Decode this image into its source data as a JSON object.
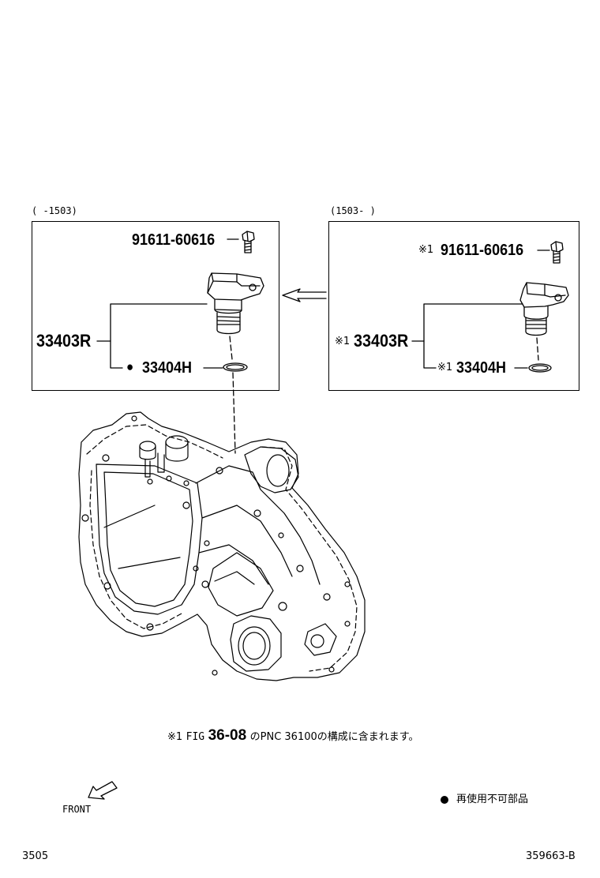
{
  "left_panel": {
    "range": "(      -1503)",
    "bolt": "91611-60616",
    "sensor": "33403R",
    "oring_marker": "●",
    "oring": "33404H"
  },
  "right_panel": {
    "range": "(1503-      )",
    "bolt_marker": "※1",
    "bolt": "91611-60616",
    "sensor_marker": "※1",
    "sensor": "33403R",
    "oring_marker": "※1",
    "oring": "33404H"
  },
  "footnote": {
    "marker": "※1",
    "fig_prefix": "FIG",
    "fig_number": "36-08",
    "text": "のPNC 36100の構成に含まれます。"
  },
  "front_label": "FRONT",
  "legend": {
    "marker": "●",
    "text": "再使用不可部品"
  },
  "page_code": "3505",
  "diagram_id": "359663-B"
}
